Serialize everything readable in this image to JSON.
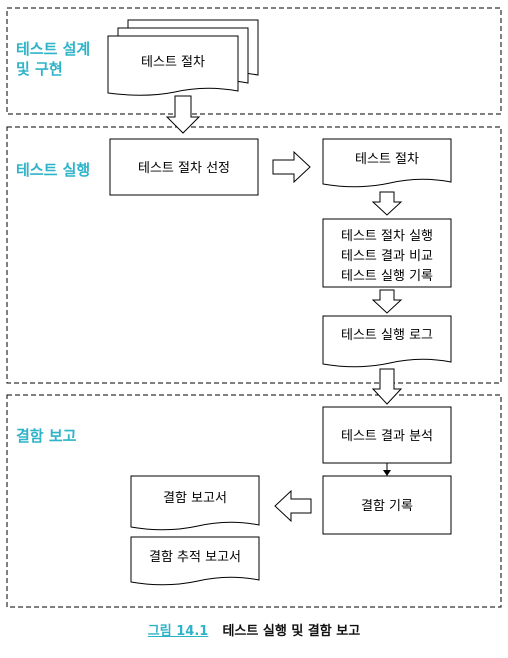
{
  "colors": {
    "section": "#2fb3c8",
    "line": "#000000",
    "caption_num": "#2fb3c8"
  },
  "sections": {
    "design": "테스트 설계|및 구현",
    "execution": "테스트 실행",
    "report": "결함 보고"
  },
  "nodes": {
    "proc_stack": "테스트 절차",
    "select": "테스트 절차 선정",
    "proc_doc": "테스트 절차",
    "exec_box": "테스트 절차 실행|테스트 결과 비교|테스트 실행 기록",
    "exec_log": "테스트 실행 로그",
    "analyze": "테스트 결과 분석",
    "record": "결함 기록",
    "report_doc": "결함 보고서",
    "track_doc": "결함 추적 보고서"
  },
  "caption": {
    "number": "그림 14.1",
    "title": "테스트 실행 및 결함 보고"
  }
}
